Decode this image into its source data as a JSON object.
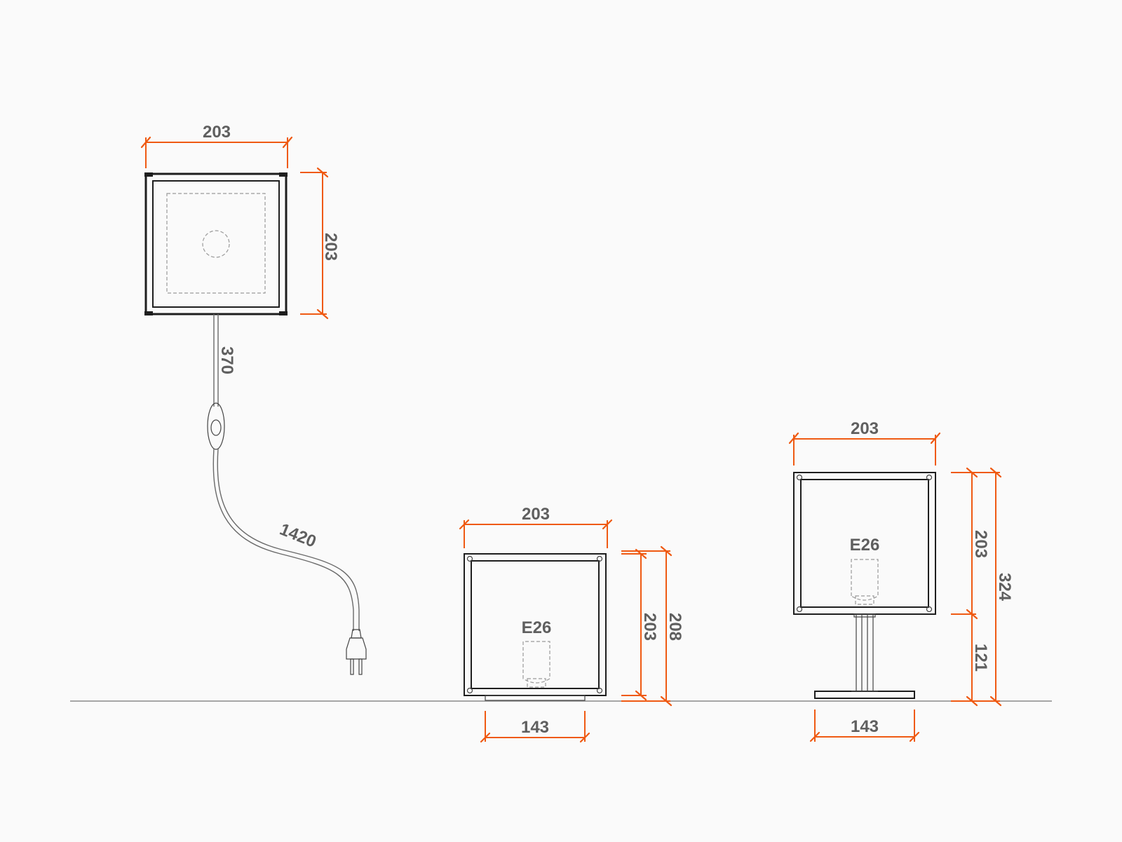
{
  "colors": {
    "background": "#fafafa",
    "dimension": "#ef5a13",
    "outline": "#1e1e1e",
    "text": "#5f5f5f"
  },
  "top_view": {
    "width_label": "203",
    "depth_label": "203",
    "cord_to_switch_label": "370",
    "cord_total_label": "1420"
  },
  "front_view_short": {
    "width_label": "203",
    "shade_height_label": "203",
    "total_height_label": "208",
    "base_width_label": "143",
    "socket_label": "E26"
  },
  "front_view_tall": {
    "width_label": "203",
    "shade_height_label": "203",
    "stem_height_label": "121",
    "total_height_label": "324",
    "base_width_label": "143",
    "socket_label": "E26"
  }
}
